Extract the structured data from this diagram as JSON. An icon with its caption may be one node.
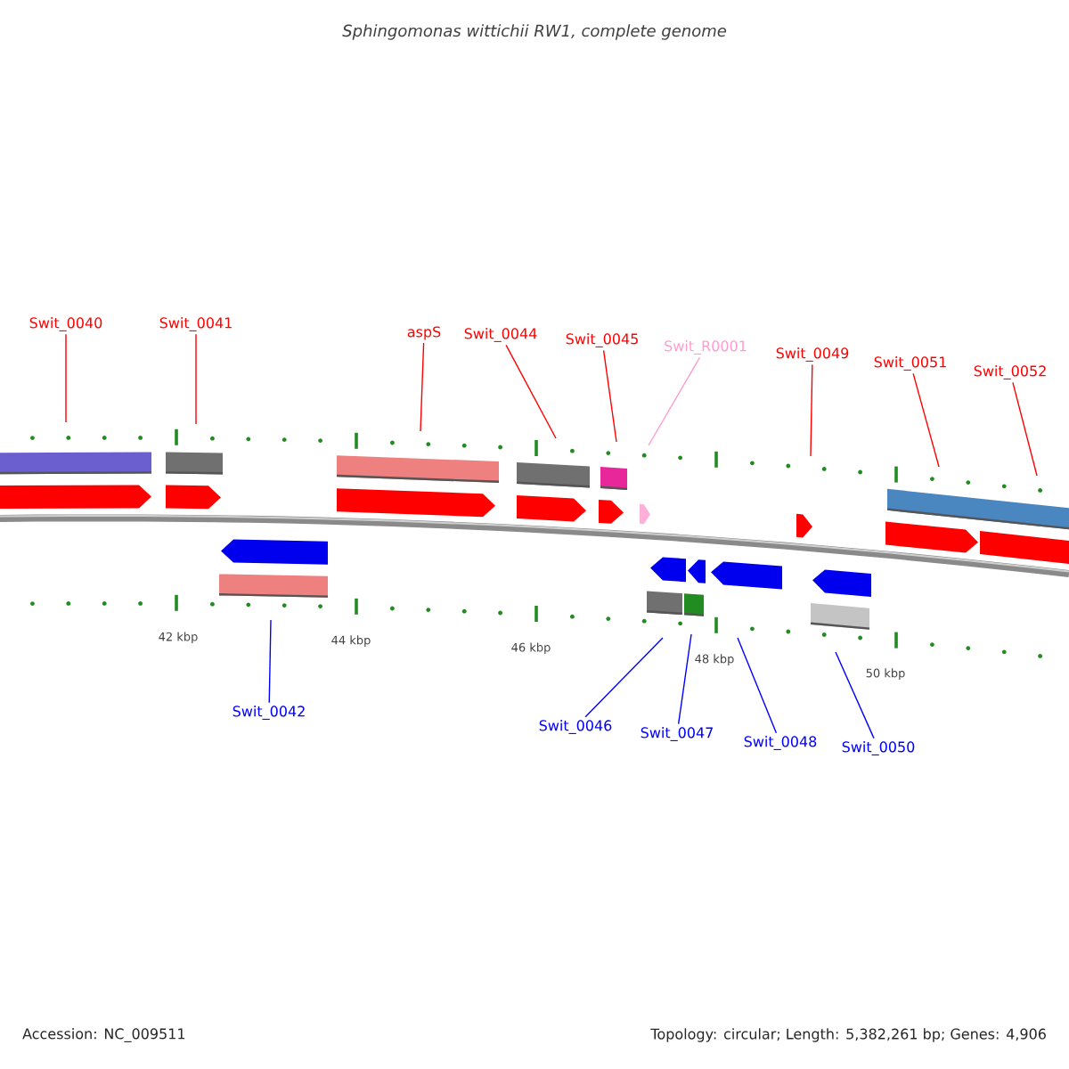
{
  "diagram": {
    "title": "Sphingomonas wittichii RW1, complete genome",
    "nodes": [
      {
        "text": [
          "Swit_0040"
        ]
      },
      {
        "text": [
          "Swit_0041"
        ]
      },
      {
        "text": [
          "aspS"
        ]
      },
      {
        "text": [
          "Swit_0044"
        ]
      },
      {
        "text": [
          "Swit_0045"
        ]
      },
      {
        "text": [
          "Swit_R0001"
        ]
      },
      {
        "text": [
          "Swit_0049"
        ]
      },
      {
        "text": [
          "Swit_0051"
        ]
      },
      {
        "text": [
          "Swit_0052"
        ]
      },
      {
        "text": [
          "Swit_0042"
        ]
      },
      {
        "text": [
          "Swit_0046"
        ]
      },
      {
        "text": [
          "Swit_0047"
        ]
      },
      {
        "text": [
          "Swit_0048"
        ]
      },
      {
        "text": [
          "Swit_0050"
        ]
      }
    ],
    "edges": [
      {
        "from": 0,
        "to": null,
        "arrow": "none"
      },
      {
        "from": 1,
        "to": null,
        "arrow": "none"
      },
      {
        "from": 2,
        "to": null,
        "arrow": "none"
      },
      {
        "from": 3,
        "to": null,
        "arrow": "none"
      },
      {
        "from": 4,
        "to": null,
        "arrow": "none"
      },
      {
        "from": 5,
        "to": null,
        "arrow": "none",
        "color": "#ff9ccf"
      },
      {
        "from": 6,
        "to": null,
        "arrow": "none"
      },
      {
        "from": 7,
        "to": null,
        "arrow": "none"
      },
      {
        "from": 8,
        "to": null,
        "arrow": "none"
      },
      {
        "from": 9,
        "to": null,
        "arrow": "none",
        "color": "#0000ff"
      },
      {
        "from": 10,
        "to": null,
        "arrow": "none",
        "color": "#0000ff"
      },
      {
        "from": 11,
        "to": null,
        "arrow": "none",
        "color": "#0000ff"
      },
      {
        "from": 12,
        "to": null,
        "arrow": "none",
        "color": "#0000ff"
      },
      {
        "from": 13,
        "to": null,
        "arrow": "none",
        "color": "#0000ff"
      }
    ],
    "labels": [
      "42 kbp",
      "44 kbp",
      "46 kbp",
      "48 kbp",
      "50 kbp",
      "Accession: NC_009511",
      "Topology: circular; Length: 5,382,261 bp; Genes: 4,906"
    ]
  }
}
